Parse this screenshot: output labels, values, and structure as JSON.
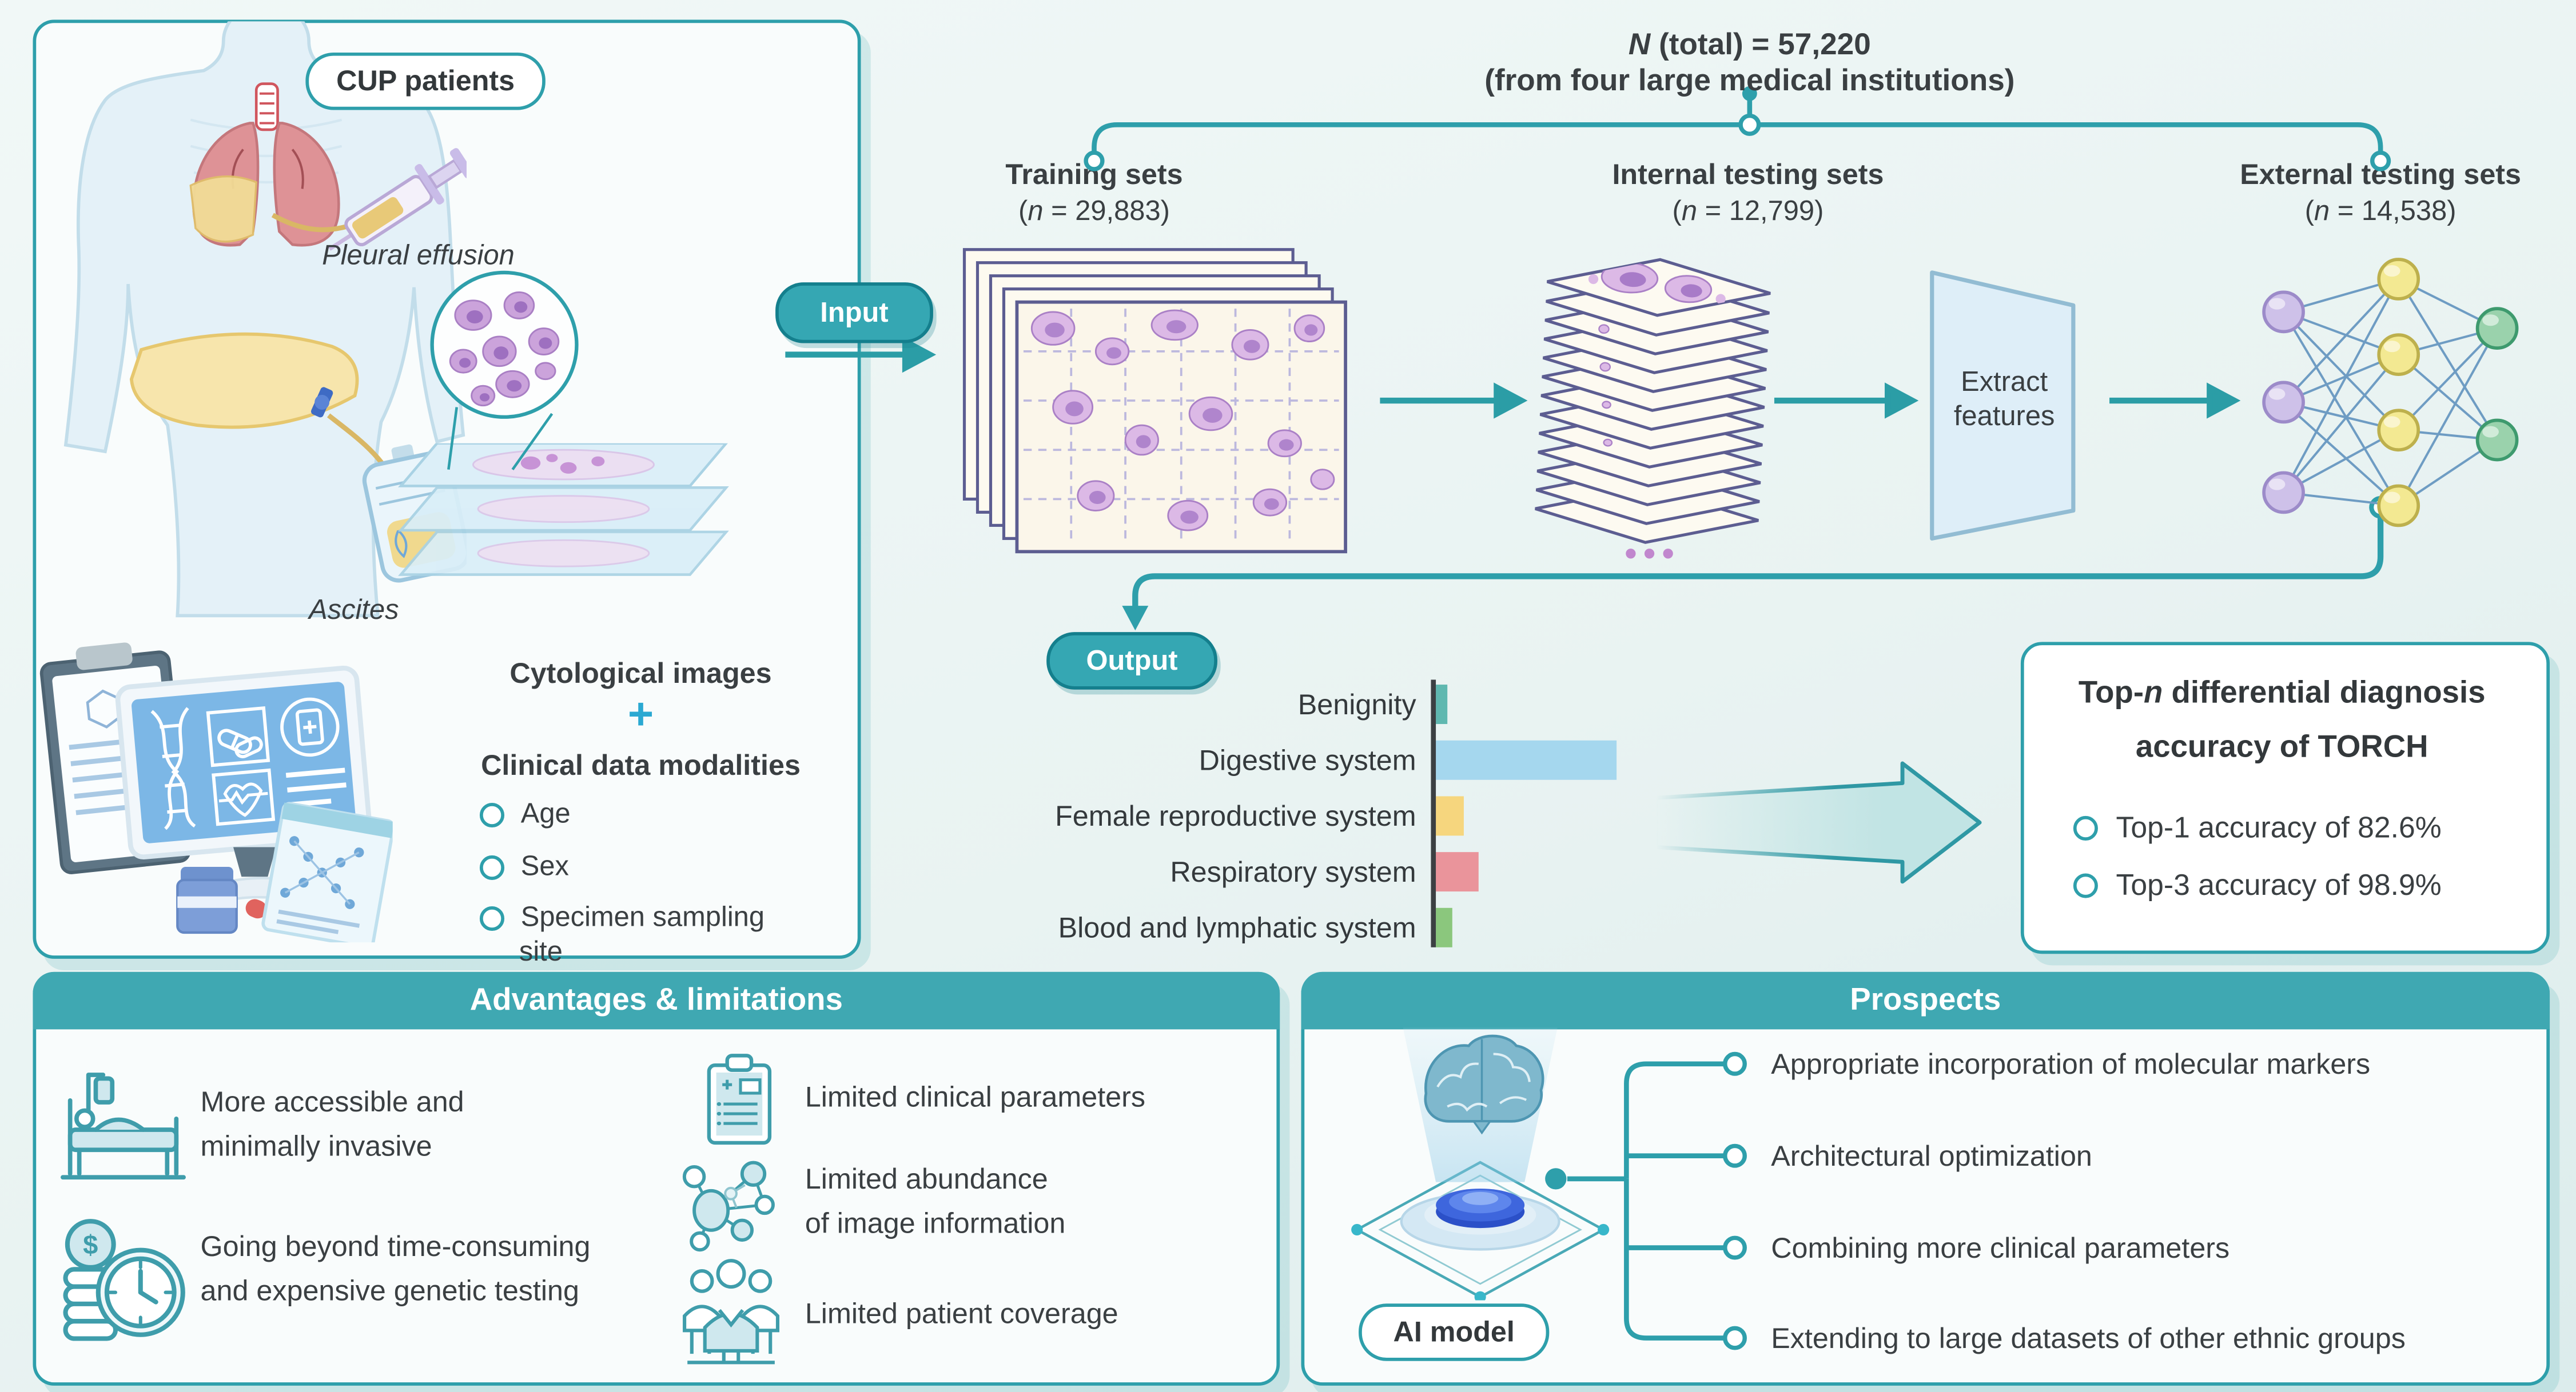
{
  "colors": {
    "accent_teal": "#2E9FAB",
    "header_teal": "#3FA8B2",
    "button_teal": "#35A7B3",
    "arrow_teal": "#2B9DA6",
    "nn_input_node": "#CEC1E9",
    "nn_hidden_node": "#F3E992",
    "nn_output_node": "#9AD2AC",
    "cyto_cell_purple": "#DCB9E6"
  },
  "total": {
    "symbol": "N",
    "rest": " (total) = 57,220",
    "line2": "(from four large medical institutions)"
  },
  "datasets": {
    "training": {
      "name": "Training sets",
      "n_prefix": "(",
      "n_symbol": "n",
      "n_rest": " = 29,883)"
    },
    "internal": {
      "name": "Internal testing sets",
      "n_prefix": "(",
      "n_symbol": "n",
      "n_rest": " = 12,799)"
    },
    "external": {
      "name": "External testing sets",
      "n_prefix": "(",
      "n_symbol": "n",
      "n_rest": " = 14,538)"
    }
  },
  "flow": {
    "input_label": "Input",
    "output_label": "Output",
    "extract_line1": "Extract",
    "extract_line2": "features",
    "stack_ellipsis": "•••"
  },
  "cup": {
    "title": "CUP patients",
    "pleural": "Pleural effusion",
    "ascites": "Ascites",
    "cyto_label": "Cytological images",
    "plus": "+",
    "clinical_label": "Clinical data modalities",
    "bullets": [
      "Age",
      "Sex",
      "Specimen sampling",
      "site"
    ]
  },
  "chart_data": {
    "type": "bar",
    "orientation": "horizontal",
    "title": "",
    "categories": [
      "Benignity",
      "Digestive system",
      "Female reproductive system",
      "Respiratory system",
      "Blood and lymphatic system"
    ],
    "values_relative": [
      6,
      100,
      15,
      24,
      9
    ],
    "colors": [
      "#5FB8B0",
      "#A5D7EE",
      "#F6D67E",
      "#EA949B",
      "#8BC77D"
    ],
    "value_labels_visible": false,
    "axis_baseline_visible": true,
    "legend": "none"
  },
  "topn": {
    "title_pre": "Top-",
    "title_symbol": "n",
    "title_post": " differential diagnosis",
    "title_line2": "accuracy of TORCH",
    "bullets": [
      "Top-1 accuracy of 82.6%",
      "Top-3 accuracy of 98.9%"
    ]
  },
  "advantages": {
    "title": "Advantages & limitations",
    "left": [
      {
        "icon": "hospital-bed-icon",
        "lines": [
          "More accessible and",
          "minimally invasive"
        ]
      },
      {
        "icon": "cost-time-icon",
        "lines": [
          "Going beyond time-consuming",
          "and expensive genetic testing"
        ]
      }
    ],
    "right": [
      {
        "icon": "clipboard-icon",
        "lines": [
          "Limited clinical parameters"
        ]
      },
      {
        "icon": "molecule-icon",
        "lines": [
          "Limited abundance",
          "of image information"
        ]
      },
      {
        "icon": "patients-icon",
        "lines": [
          "Limited patient coverage"
        ]
      }
    ]
  },
  "prospects": {
    "title": "Prospects",
    "ai_label": "AI model",
    "items": [
      "Appropriate incorporation of molecular markers",
      "Architectural optimization",
      "Combining more clinical parameters",
      "Extending to large datasets of other ethnic groups"
    ]
  }
}
